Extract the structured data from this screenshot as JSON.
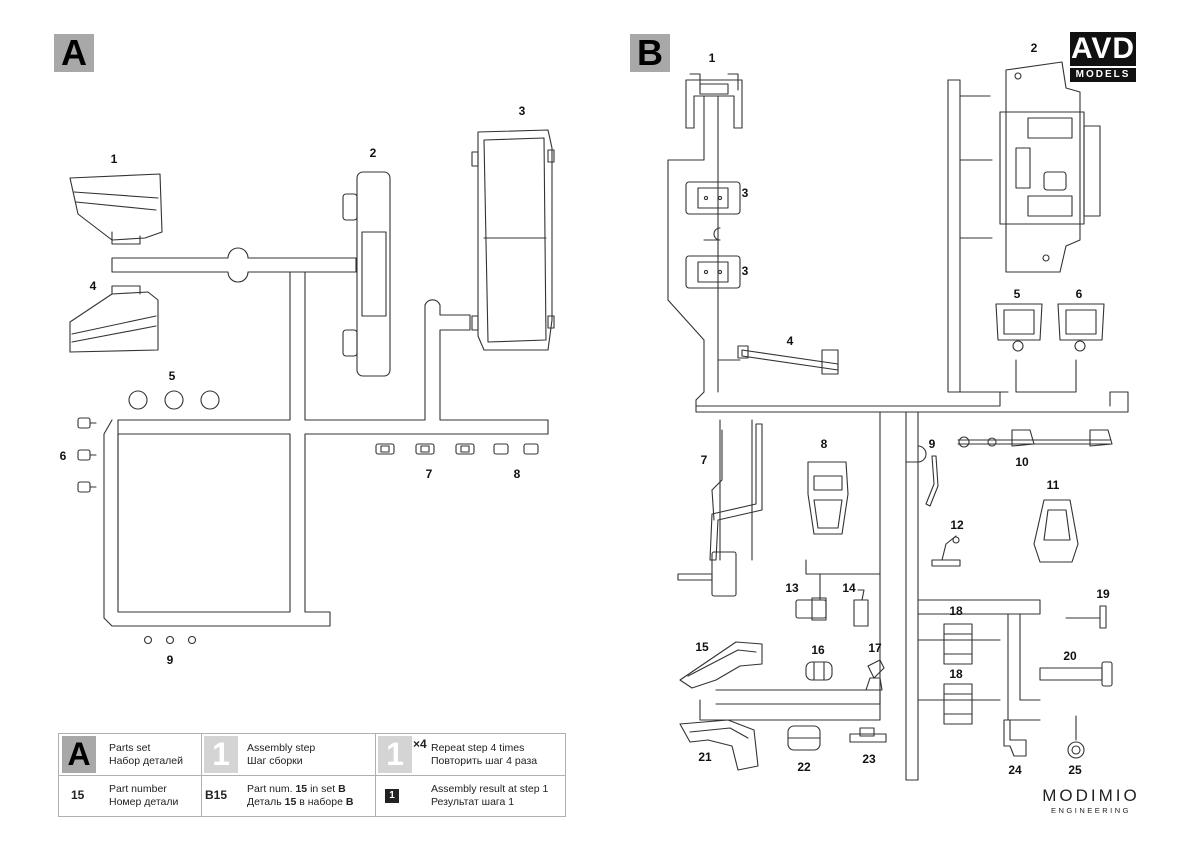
{
  "sets": {
    "a": "A",
    "b": "B"
  },
  "brand": {
    "avd": "AVD",
    "models": "MODELS",
    "modimio": "MODIMIO",
    "engineering": "ENGINEERING"
  },
  "set_a_part_labels": [
    "1",
    "2",
    "3",
    "4",
    "5",
    "6",
    "7",
    "8",
    "9"
  ],
  "set_b_part_labels": [
    "1",
    "2",
    "3",
    "3",
    "4",
    "5",
    "6",
    "7",
    "8",
    "9",
    "10",
    "11",
    "12",
    "13",
    "14",
    "15",
    "16",
    "17",
    "18",
    "18",
    "19",
    "20",
    "21",
    "22",
    "23",
    "24",
    "25"
  ],
  "legend": {
    "parts_set_symbol": "A",
    "parts_set_en": "Parts set",
    "parts_set_ru": "Набор деталей",
    "assembly_step_symbol": "1",
    "assembly_step_en": "Assembly step",
    "assembly_step_ru": "Шаг сборки",
    "repeat_symbol": "1",
    "repeat_multiplier": "×4",
    "repeat_en": "Repeat step 4 times",
    "repeat_ru": "Повторить шаг 4 раза",
    "part_number_symbol": "15",
    "part_number_en": "Part number",
    "part_number_ru": "Номер детали",
    "part_in_set_symbol": "B15",
    "part_in_set_en_prefix": "Part num.",
    "part_in_set_en_num": "15",
    "part_in_set_en_mid": "in set",
    "part_in_set_en_set": "B",
    "part_in_set_ru_prefix": "Деталь",
    "part_in_set_ru_num": "15",
    "part_in_set_ru_mid": "в наборе",
    "part_in_set_ru_set": "B",
    "result_symbol": "1",
    "result_en": "Assembly result at step 1",
    "result_ru": "Результат шага 1"
  }
}
